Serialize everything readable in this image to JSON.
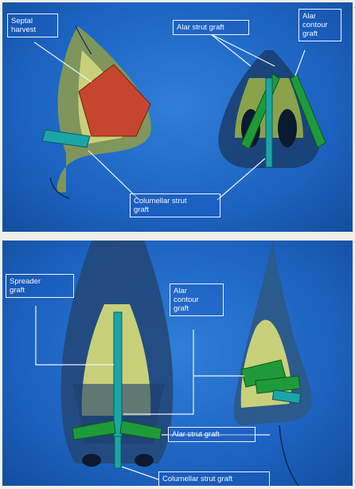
{
  "top_panel": {
    "septal_harvest": "Septal\nharvest",
    "alar_strut_graft": "Alar strut graft",
    "alar_contour_graft": "Alar\ncontour\ngraft",
    "columellar_strut_graft": "Columellar strut\ngraft"
  },
  "bottom_panel": {
    "spreader_graft": "Spreader\ngraft",
    "alar_contour_graft": "Alar\ncontour\ngraft",
    "alar_strut_graft": "Alar strut graft",
    "columellar_strut_graft": "Columellar strut graft"
  },
  "colors": {
    "panel_blue": "#1c63c2",
    "graft_green": "#1f9a3a",
    "strut_teal": "#1aa6a6",
    "septum_red": "#c6452e",
    "cartilage": "#c9d07a"
  }
}
